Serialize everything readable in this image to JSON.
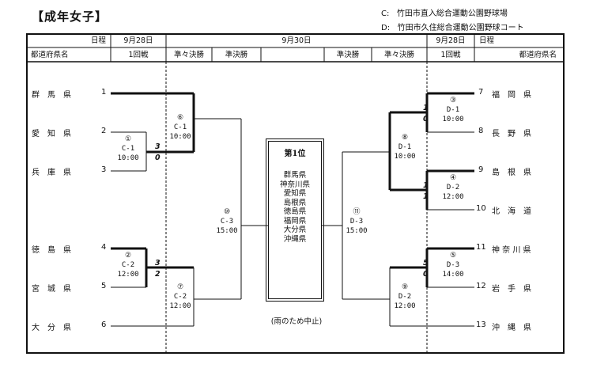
{
  "title": "【成年女子】",
  "venues": [
    {
      "code": "C:",
      "name": "竹田市直入総合運動公園野球場"
    },
    {
      "code": "D:",
      "name": "竹田市久住総合運動公園野球コート"
    }
  ],
  "header": {
    "left_schedule": "日程",
    "left_pref": "都道府県名",
    "date_left": "9月28日",
    "date_center": "9月30日",
    "date_right": "9月28日",
    "right_schedule": "日程",
    "right_pref": "都道府県名",
    "round1_left": "1回戦",
    "qf_left": "準々決勝",
    "sf_left": "準決勝",
    "sf_right": "準決勝",
    "qf_right": "準々決勝",
    "round1_right": "1回戦"
  },
  "teams_left": [
    {
      "name": "群　馬　県",
      "seed": "1"
    },
    {
      "name": "愛　知　県",
      "seed": "2"
    },
    {
      "name": "兵　庫　県",
      "seed": "3"
    },
    {
      "name": "徳　島　県",
      "seed": "4"
    },
    {
      "name": "宮　城　県",
      "seed": "5"
    },
    {
      "name": "大　分　県",
      "seed": "6"
    }
  ],
  "teams_right": [
    {
      "seed": "7",
      "name": "福　岡　県"
    },
    {
      "seed": "8",
      "name": "長　野　県"
    },
    {
      "seed": "9",
      "name": "島　根　県"
    },
    {
      "seed": "10",
      "name": "北　海　道"
    },
    {
      "seed": "11",
      "name": "神 奈 川 県"
    },
    {
      "seed": "12",
      "name": "岩　手　県"
    },
    {
      "seed": "13",
      "name": "沖　縄　県"
    }
  ],
  "games": {
    "g1": "①\nC-1\n10:00",
    "g2": "②\nC-2\n12:00",
    "g3": "③\nD-1\n10:00",
    "g4": "④\nD-2\n12:00",
    "g5": "⑤\nD-3\n14:00",
    "g6": "⑥\nC-1\n10:00",
    "g7": "⑦\nC-2\n12:00",
    "g8": "⑧\nD-1\n10:00",
    "g9": "⑨\nD-2\n12:00",
    "g10": "⑩\nC-3\n15:00",
    "g11": "⑪\nD-3\n15:00"
  },
  "scores": {
    "g1_top": "3",
    "g1_bottom": "0",
    "g2_top": "3",
    "g2_bottom": "2",
    "g3_top": "1",
    "g3_bottom": "0",
    "g4_top": "1",
    "g4_bottom": "1",
    "g5_top": "5",
    "g5_bottom": "0"
  },
  "first_place": {
    "title": "第1位",
    "teams": [
      "群馬県",
      "神奈川県",
      "愛知県",
      "島根県",
      "徳島県",
      "福岡県",
      "大分県",
      "沖縄県"
    ]
  },
  "note": "(雨のため中止)"
}
